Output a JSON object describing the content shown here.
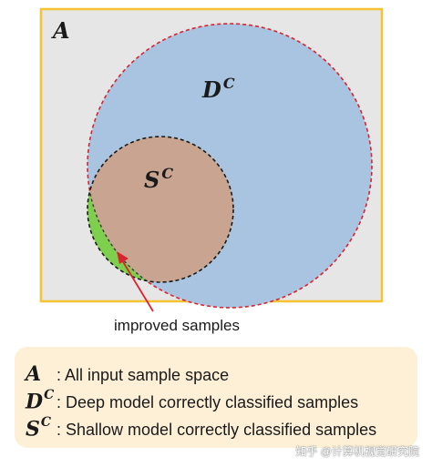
{
  "diagram": {
    "labels": {
      "A": "A",
      "D": "D",
      "D_sup": "C",
      "S": "S",
      "S_sup": "C",
      "annotation": "improved samples"
    },
    "colors": {
      "universe_fill": "#e6e6e6",
      "universe_border": "#f5c331",
      "deep_fill": "#a8c4e0",
      "deep_border": "#d9232e",
      "shallow_fill": "#c9a591",
      "shallow_border": "#1a1a1a",
      "improved_fill": "#7fcf4e",
      "arrow": "#d9232e"
    }
  },
  "legend": {
    "items": [
      {
        "symbol": "A",
        "sup": "",
        "text": ": All input sample space"
      },
      {
        "symbol": "D",
        "sup": "C",
        "text": ": Deep model correctly classified samples"
      },
      {
        "symbol": "S",
        "sup": "C",
        "text": ": Shallow model correctly classified samples"
      }
    ]
  },
  "watermark": "知乎 @计算机视觉研究院"
}
